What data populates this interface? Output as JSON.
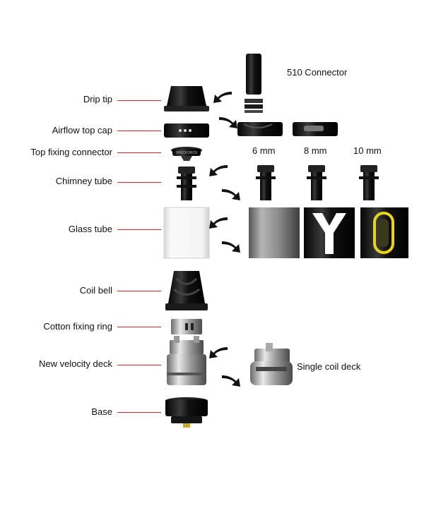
{
  "labels": {
    "drip_tip": "Drip tip",
    "airflow_top_cap": "Airflow top cap",
    "top_fixing_connector": "Top fixing connector",
    "chimney_tube": "Chimney tube",
    "glass_tube": "Glass tube",
    "coil_bell": "Coil bell",
    "cotton_fixing_ring": "Cotton fixing ring",
    "new_velocity_deck": "New velocity deck",
    "base": "Base",
    "connector_510": "510 Connector",
    "single_coil_deck": "Single coil deck"
  },
  "sizes": [
    "6 mm",
    "8 mm",
    "10 mm"
  ],
  "engraving": "SPECFORCE",
  "colors": {
    "leader_line": "#d9252b",
    "metal_dark": "#1a1a1a",
    "accent_yellow": "#e8d21a"
  },
  "icons": {
    "arrow": "curved-arrow-icon"
  }
}
